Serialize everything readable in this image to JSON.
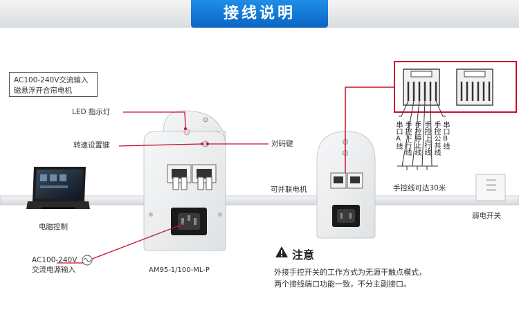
{
  "banner": {
    "title": "接线说明"
  },
  "ac_motor_box": {
    "line1": "AC100-240V交流输入",
    "line2": "磁悬浮开合帘电机"
  },
  "labels": {
    "led": "LED 指示灯",
    "speed": "转速设置键",
    "pair": "对码键",
    "parallel": "可并联电机",
    "range": "手控线可达30米",
    "pc": "电脑控制",
    "weak_switch": "弱电开关",
    "ac_input_line1": "AC100-240V",
    "ac_input_line2": "交流电源输入",
    "model": "AM95-1/100-ML-P"
  },
  "pin_labels": [
    "串口A线",
    "手控下行线",
    "手控停止线",
    "手控上行线",
    "手控公共线",
    "串口B线"
  ],
  "notice": {
    "title": "注意",
    "line1": "外接手控开关的工作方式为无源干触点模式，",
    "line2": "两个接线端口功能一致，不分主副接口。"
  },
  "colors": {
    "banner_blue": "#0a66c2",
    "leader_red": "#c8102e",
    "panel_grey": "#e8eaeb"
  }
}
